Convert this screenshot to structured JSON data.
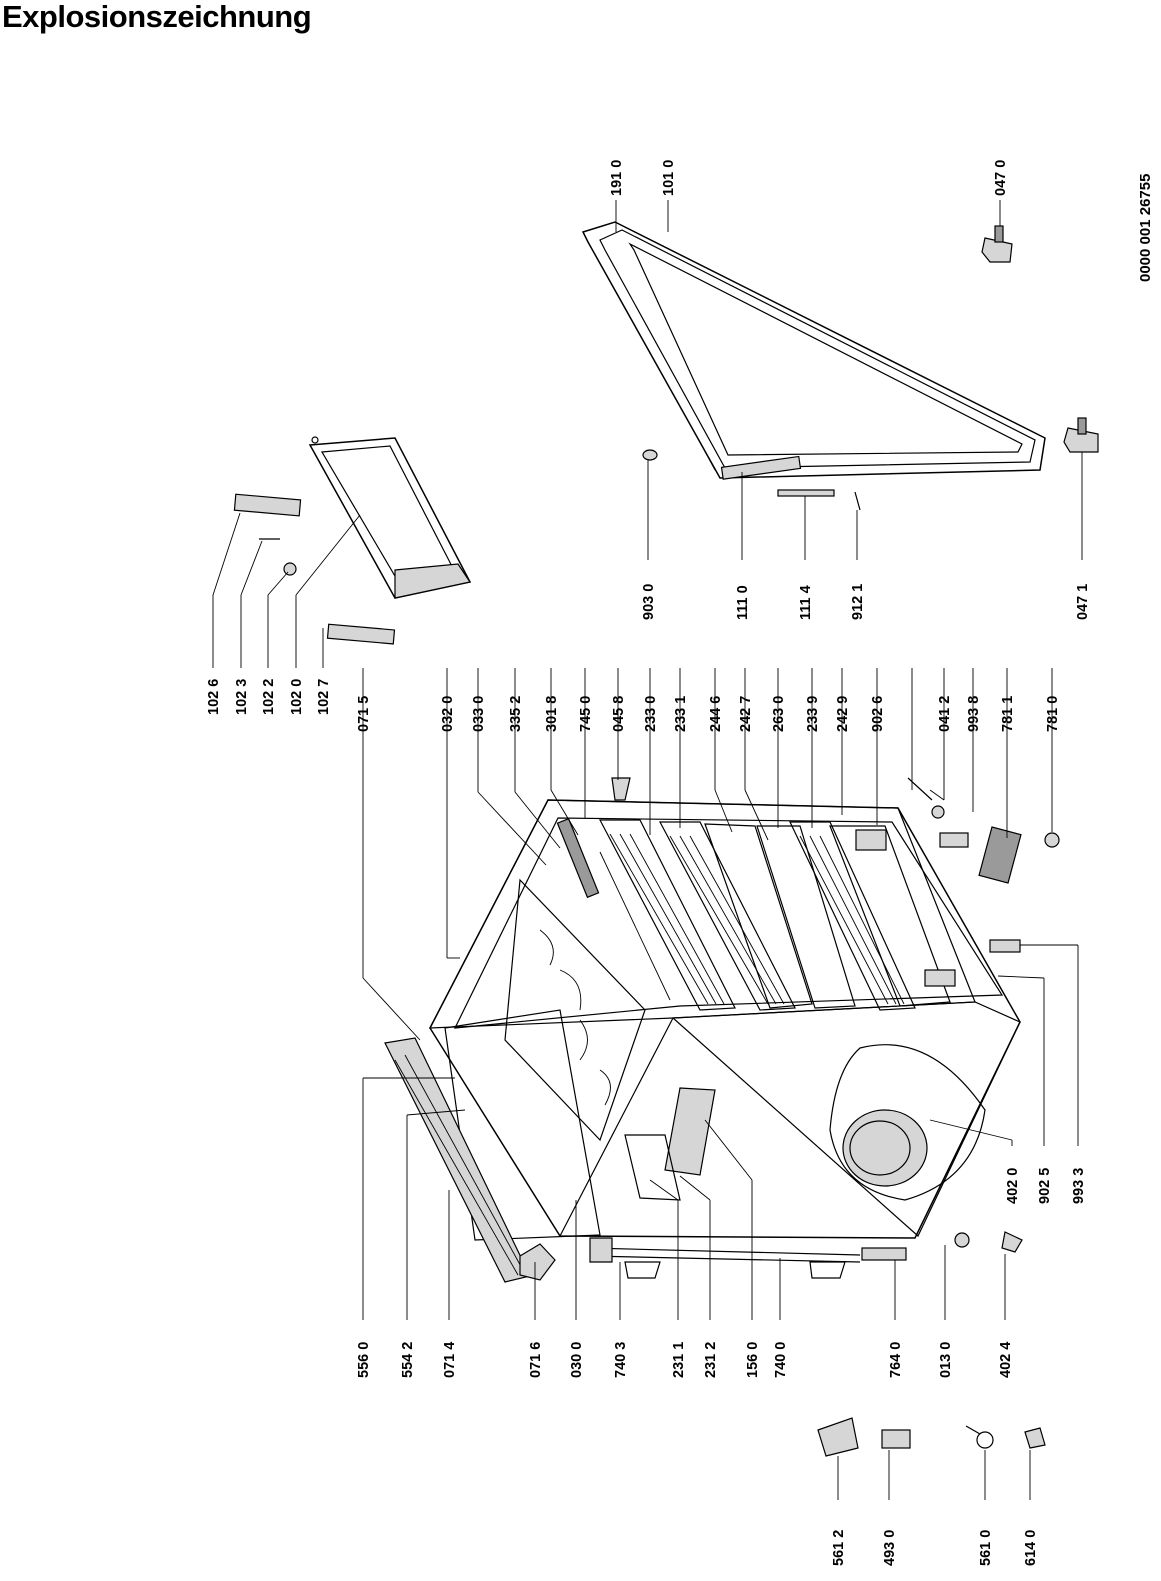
{
  "title": "Explosionszeichnung",
  "document_number": "0000 001 26755",
  "parts": {
    "p1026": "102 6",
    "p1023": "102 3",
    "p1022": "102 2",
    "p1020": "102 0",
    "p1027": "102 7",
    "p0715": "071 5",
    "p0320": "032 0",
    "p0330": "033 0",
    "p3352": "335 2",
    "p3018": "301 8",
    "p7450": "745 0",
    "p0458": "045 8",
    "p2330": "233 0",
    "p2331": "233 1",
    "p2446": "244 6",
    "p2427": "242 7",
    "p2630": "263 0",
    "p2339": "233 9",
    "p2429": "242 9",
    "p9026": "902 6",
    "p0412": "041 2",
    "p9938": "993 8",
    "p7811": "781 1",
    "p7810": "781 0",
    "p9030": "903 0",
    "p1110": "111 0",
    "p1114": "111 4",
    "p9121": "912 1",
    "p0471": "047 1",
    "p1910": "191 0",
    "p1010": "101 0",
    "p0470": "047 0",
    "p5560": "556 0",
    "p5542": "554 2",
    "p0714": "071 4",
    "p0716": "071 6",
    "p0300": "030 0",
    "p7403": "740 3",
    "p2311": "231 1",
    "p2312": "231 2",
    "p1560": "156 0",
    "p7400": "740 0",
    "p7640": "764 0",
    "p0130": "013 0",
    "p4024": "402 4",
    "p4020": "402 0",
    "p9025": "902 5",
    "p9933": "993 3",
    "p5612": "561 2",
    "p4930": "493 0",
    "p5610": "561 0",
    "p6140": "614 0"
  },
  "icons": {
    "cabinet": "refrigerator-cabinet-drawing",
    "door": "door-panel-drawing",
    "compressor": "compressor-drawing",
    "shelf": "shelf-drawing"
  }
}
